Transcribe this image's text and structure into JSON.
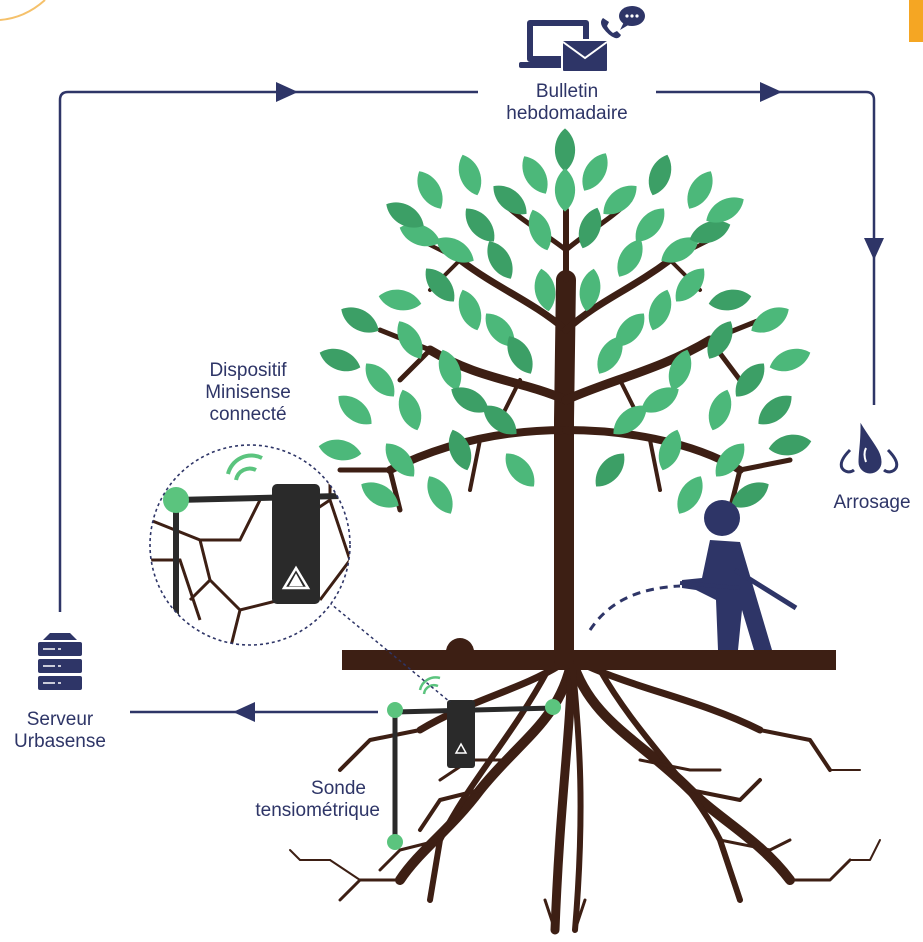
{
  "labels": {
    "bulletin": [
      "Bulletin",
      "hebdomadaire"
    ],
    "dispositif": [
      "Dispositif",
      "Minisense",
      "connecté"
    ],
    "arrosage": "Arrosage",
    "serveur": [
      "Serveur",
      "Urbasense"
    ],
    "sonde": [
      "Sonde",
      "tensiométrique"
    ]
  },
  "colors": {
    "navy": "#2e3567",
    "leaf": "#4cb87a",
    "leaf_dark": "#3c9f66",
    "trunk": "#3d1f14",
    "sensor_green": "#5bc47e",
    "device": "#2a2a2a",
    "accent_orange": "#f5a623"
  },
  "icons": [
    "devices-mail-phone-icon",
    "water-drops-icon",
    "server-icon",
    "gardener-icon",
    "sensor-device-icon",
    "wifi-signal-icon"
  ]
}
